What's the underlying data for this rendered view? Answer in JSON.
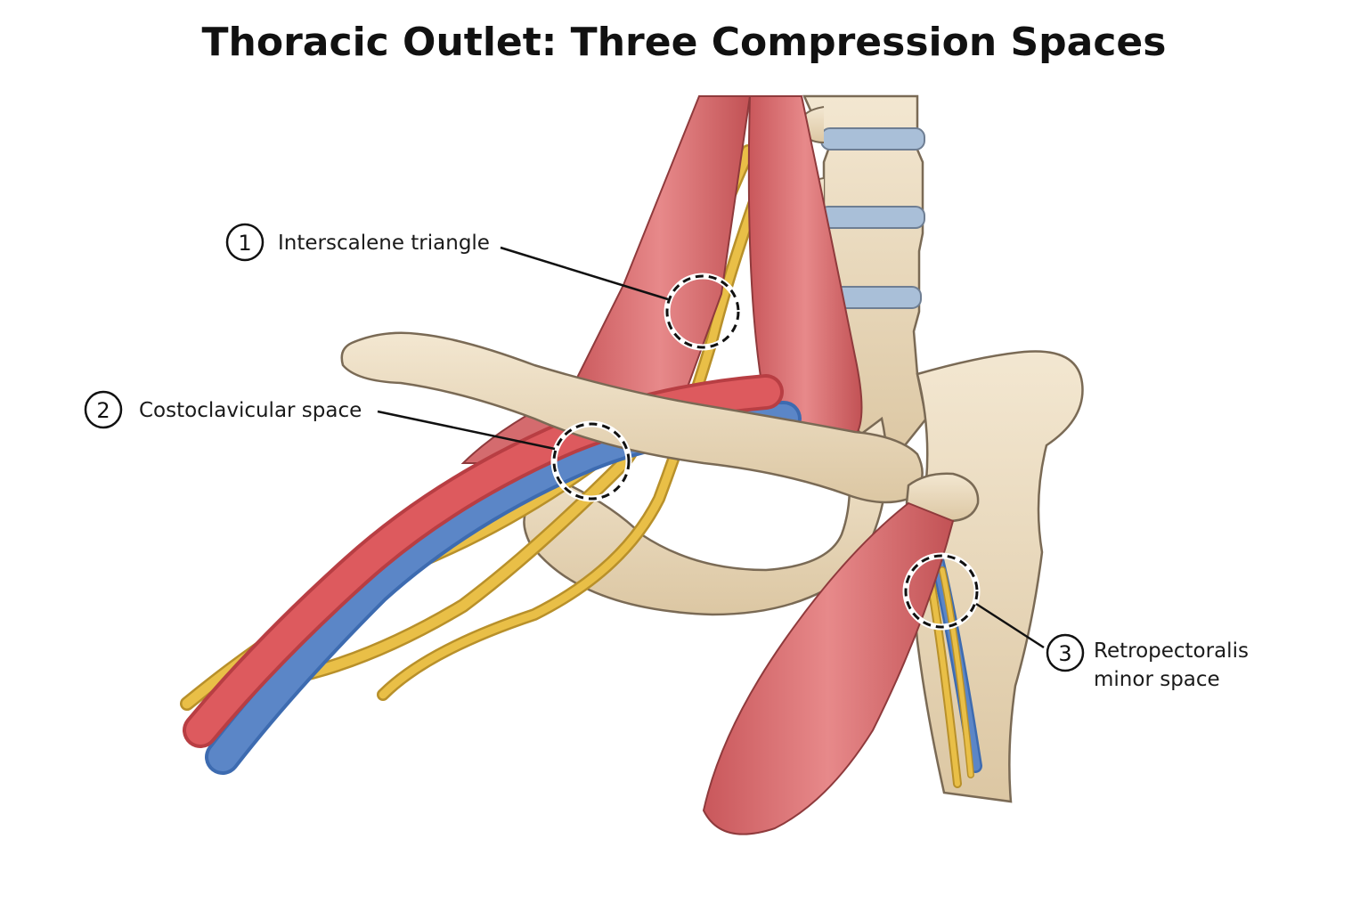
{
  "title": "Thoracic Outlet: Three Compression Spaces",
  "labels": [
    {
      "number": "1",
      "text": "Interscalene triangle"
    },
    {
      "number": "2",
      "text": "Costoclavicular space"
    },
    {
      "number": "3",
      "text_lines": [
        "Retropectoralis",
        "minor space"
      ]
    }
  ],
  "colors": {
    "muscle": "#d9787a",
    "bone": "#ead9bd",
    "bone_outline": "#7a6a55",
    "nerve": "#e9bf47",
    "artery": "#dd5a5e",
    "vein": "#5b86c7",
    "disc": "#a9bfd8"
  }
}
